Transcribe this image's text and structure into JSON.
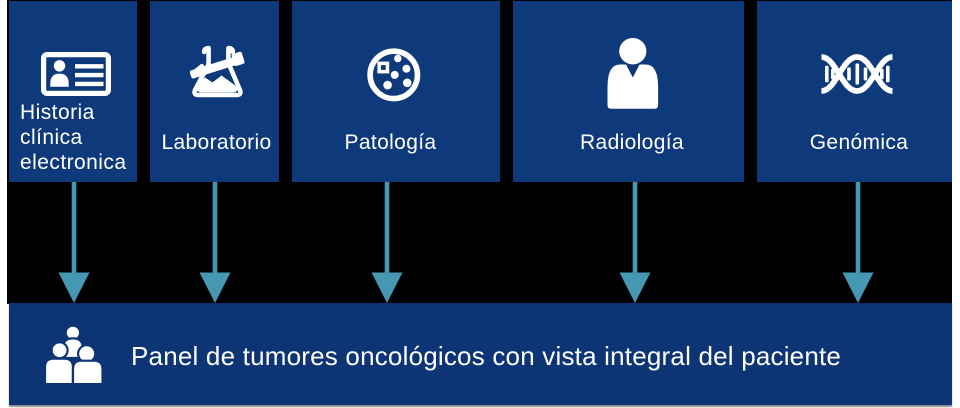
{
  "colors": {
    "box_navy": "#0e3a7c",
    "bar_navy": "#0d3575",
    "arrow_teal": "#4697b1",
    "backdrop_black": "#000000",
    "page_white": "#ffffff",
    "text_white": "#ffffff"
  },
  "boxes": [
    {
      "label": "Historia\nclínica\nelectronica",
      "icon": "id-card-icon"
    },
    {
      "label": "Laboratorio",
      "icon": "lab-flask-icon"
    },
    {
      "label": "Patología",
      "icon": "petri-dish-icon"
    },
    {
      "label": "Radiología",
      "icon": "person-icon"
    },
    {
      "label": "Genómica",
      "icon": "dna-icon"
    }
  ],
  "bar": {
    "label": "Panel de tumores oncológicos con vista integral del paciente",
    "icon": "people-group-icon"
  }
}
